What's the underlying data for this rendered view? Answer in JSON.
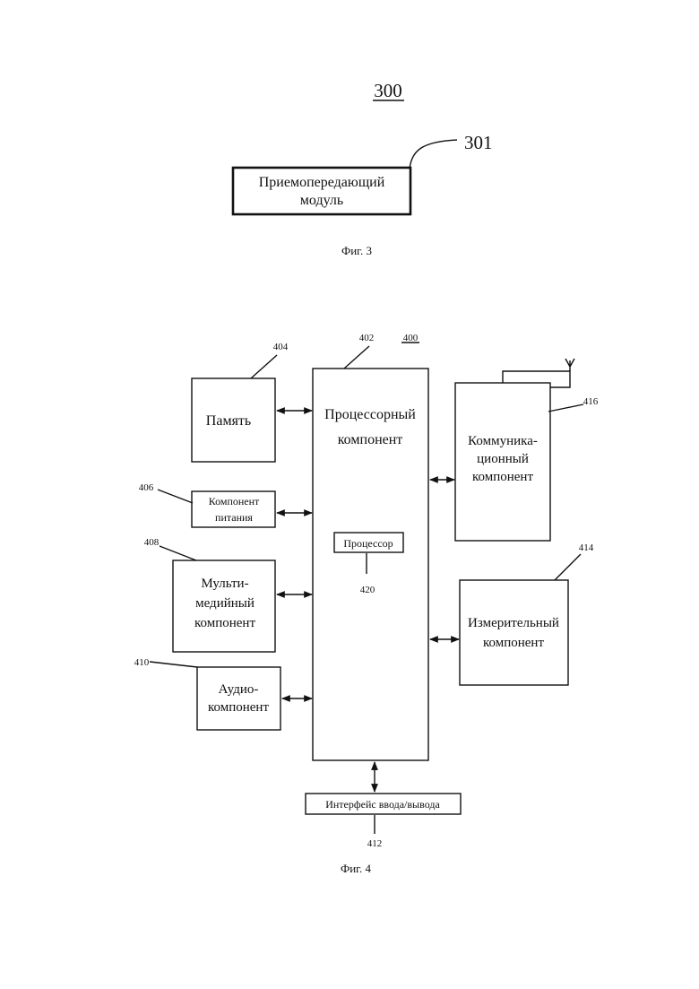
{
  "fig3": {
    "ref_main": "300",
    "ref_module": "301",
    "module_line1": "Приемопередающий",
    "module_line2": "модуль",
    "caption": "Фиг. 3"
  },
  "fig4": {
    "ref_main": "400",
    "processor_component": {
      "ref": "402",
      "line1": "Процессорный",
      "line2": "компонент"
    },
    "processor": {
      "ref": "420",
      "label": "Процессор"
    },
    "memory": {
      "ref": "404",
      "label": "Память"
    },
    "power": {
      "ref": "406",
      "line1": "Компонент",
      "line2": "питания"
    },
    "multimedia": {
      "ref": "408",
      "line1": "Мульти-",
      "line2": "медийный",
      "line3": "компонент"
    },
    "audio": {
      "ref": "410",
      "line1": "Аудио-",
      "line2": "компонент"
    },
    "io": {
      "ref": "412",
      "label": "Интерфейс ввода/вывода"
    },
    "sensor": {
      "ref": "414",
      "line1": "Измерительный",
      "line2": "компонент"
    },
    "comm": {
      "ref": "416",
      "line1": "Коммуника-",
      "line2": "ционный",
      "line3": "компонент"
    },
    "caption": "Фиг. 4"
  }
}
